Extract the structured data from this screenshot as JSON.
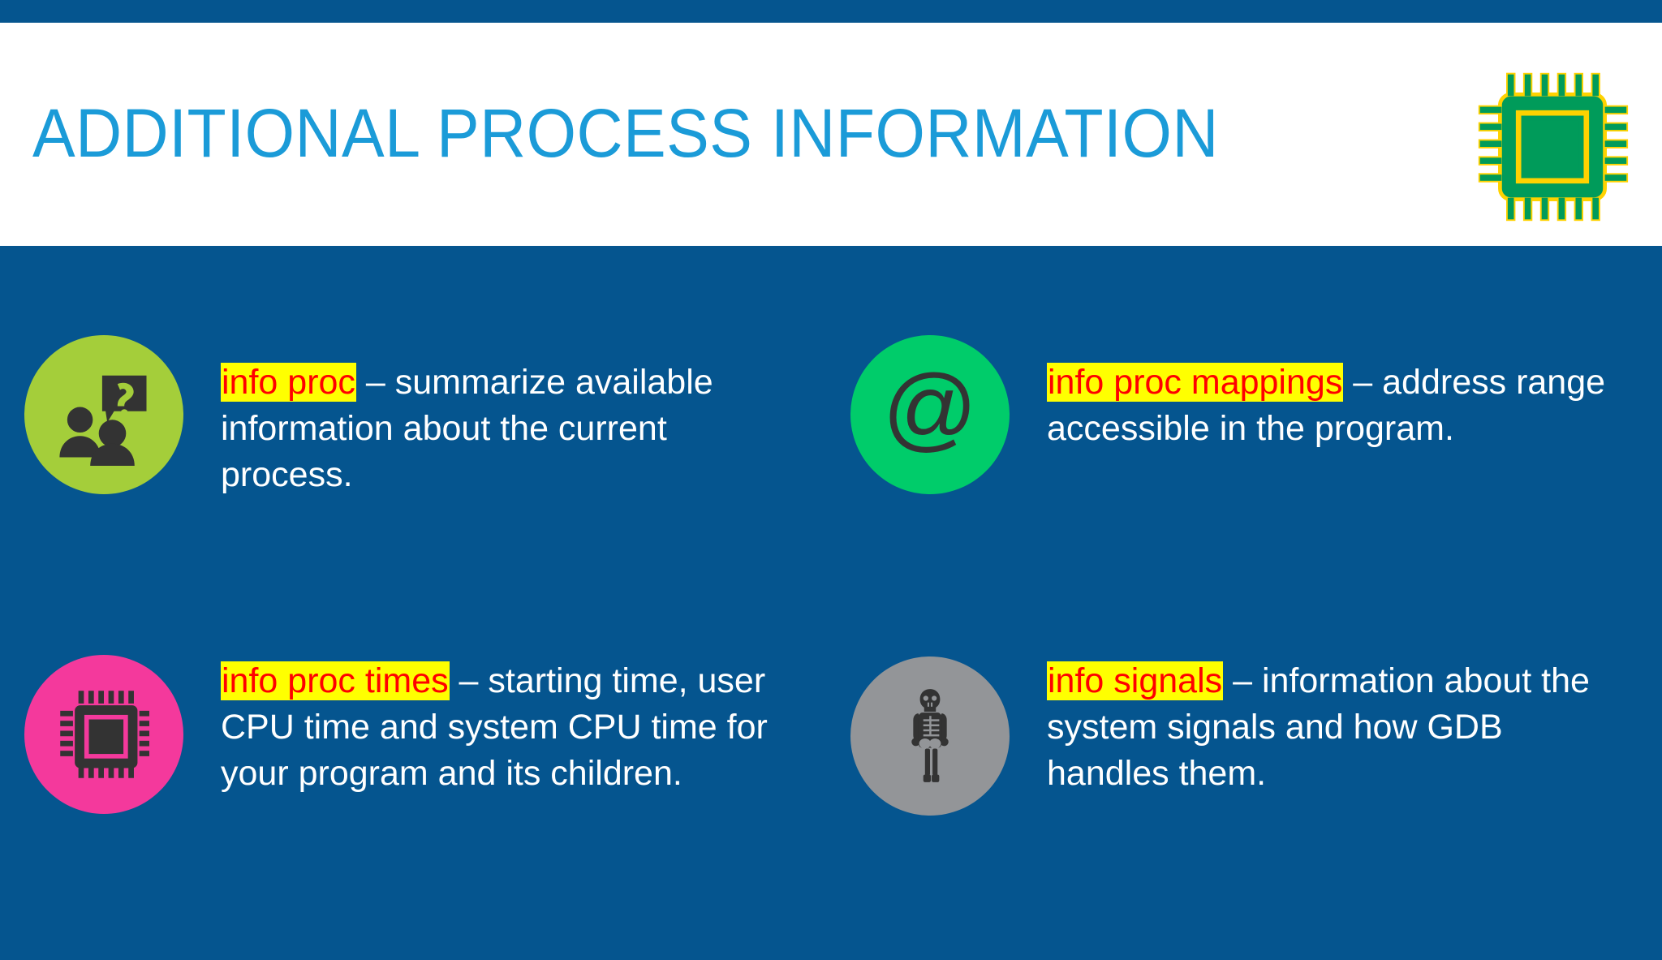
{
  "slide": {
    "title": "ADDITIONAL PROCESS INFORMATION",
    "background_color": "#05558f",
    "title_color": "#1b9bd8",
    "title_band_color": "#ffffff",
    "header_icon": "cpu-chip-icon",
    "header_icon_colors": {
      "body": "#009b5a",
      "pins": "#ffd200"
    }
  },
  "bullets": [
    {
      "icon": "people-question-icon",
      "circle_color": "#a4ce3a",
      "icon_color": "#333333",
      "command": "info proc",
      "dash": " – ",
      "description": "summarize available information about the current process.",
      "command_text_color": "#ff0000",
      "command_highlight_color": "#ffff00"
    },
    {
      "icon": "at-sign-icon",
      "circle_color": "#00cc6a",
      "icon_color": "#333333",
      "command": "info proc mappings",
      "dash": " – ",
      "description": "address range accessible in the program.",
      "command_text_color": "#ff0000",
      "command_highlight_color": "#ffff00"
    },
    {
      "icon": "cpu-chip-icon",
      "circle_color": "#f4399c",
      "icon_color": "#333333",
      "command": "info proc times",
      "dash": " – ",
      "description": "starting time, user CPU time and system CPU time for your program and its children.",
      "command_text_color": "#ff0000",
      "command_highlight_color": "#ffff00"
    },
    {
      "icon": "skeleton-icon",
      "circle_color": "#939598",
      "icon_color": "#333333",
      "command": "info signals",
      "dash": " – ",
      "description": "information about the system signals and how GDB handles them.",
      "command_text_color": "#ff0000",
      "command_highlight_color": "#ffff00"
    }
  ]
}
